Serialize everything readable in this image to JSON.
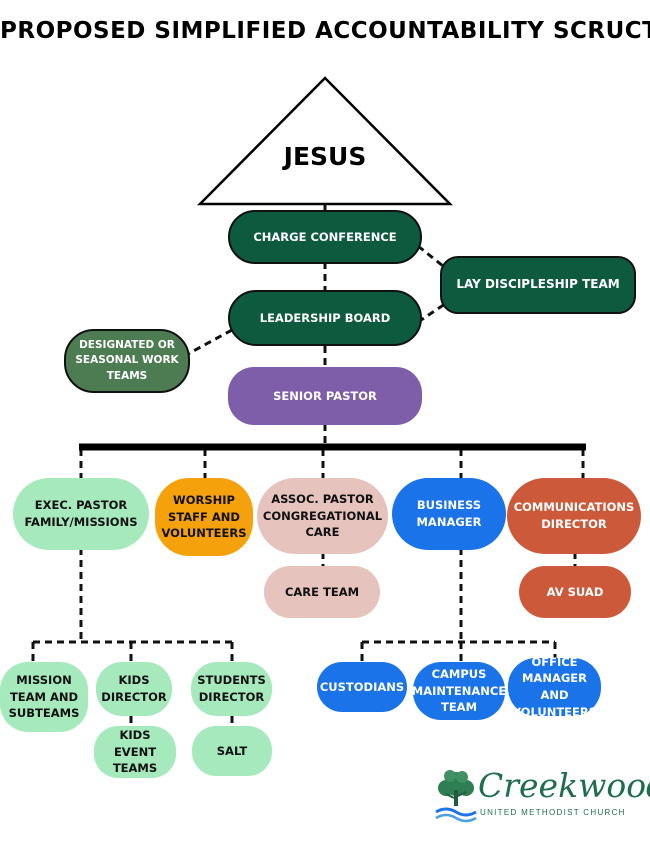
{
  "title": "PROPOSED SIMPLIFIED ACCOUNTABILITY SCRUCTURE",
  "top": "JESUS",
  "nodes": {
    "charge_conference": "CHARGE CONFERENCE",
    "lay_discipleship_team": "LAY DISCIPLESHIP TEAM",
    "leadership_board": "LEADERSHIP BOARD",
    "designated_teams": "DESIGNATED OR\nSEASONAL WORK\nTEAMS",
    "senior_pastor": "SENIOR PASTOR",
    "exec_pastor": "EXEC. PASTOR\nFAMILY/MISSIONS",
    "worship": "WORSHIP\nSTAFF AND\nVOLUNTEERS",
    "assoc_pastor": "ASSOC. PASTOR\nCONGREGATIONAL\nCARE",
    "business_manager": "BUSINESS\nMANAGER",
    "communications_director": "COMMUNICATIONS\nDIRECTOR",
    "care_team": "CARE TEAM",
    "av_suad": "AV SUAD",
    "mission_team": "MISSION\nTEAM AND\nSUBTEAMS",
    "kids_director": "KIDS\nDIRECTOR",
    "students_director": "STUDENTS\nDIRECTOR",
    "kids_event_teams": "KIDS EVENT\nTEAMS",
    "salt": "SALT",
    "custodians": "CUSTODIANS",
    "campus_maintenance": "CAMPUS\nMAINTENANCE\nTEAM",
    "office_manager": "OFFICE\nMANAGER AND\nVOLUNTEERS"
  },
  "logo": {
    "name": "Creekwood",
    "subtitle": "UNITED METHODIST CHURCH",
    "icon": "tree-over-creek-icon"
  },
  "colors": {
    "dark_green": "#0e5a3f",
    "olive_green": "#4e7c52",
    "purple": "#7e5ea8",
    "light_green": "#a6e9bd",
    "orange": "#f5a10c",
    "pink": "#e6c3bd",
    "blue": "#1a73e8",
    "red_orange": "#cc5a3a"
  }
}
